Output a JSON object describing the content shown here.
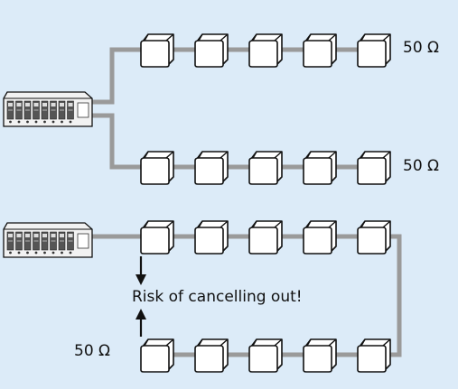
{
  "colors": {
    "background": "#dcebf8",
    "cable": "#9a9a9a",
    "device_fill": "#ffffff",
    "outline": "#111111"
  },
  "labels": {
    "termination_top_1": "50 Ω",
    "termination_top_2": "50 Ω",
    "termination_bottom": "50 Ω",
    "warning": "Risk of cancelling out!"
  },
  "icons": {
    "base_station": "multi-channel-transmitter-icon",
    "antenna_unit": "antenna-module-icon",
    "arrow": "arrow-icon"
  }
}
